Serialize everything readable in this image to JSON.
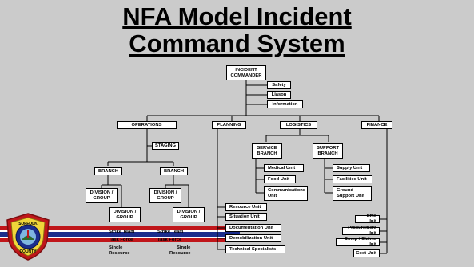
{
  "title": {
    "line1": "NFA Model Incident",
    "line2": "Command System"
  },
  "nodes": {
    "incident_commander": "INCIDENT\nCOMMANDER",
    "safety": "Safety",
    "liason": "Liason",
    "information": "Information",
    "operations": "OPERATIONS",
    "planning": "PLANNING",
    "logistics": "LOGISTICS",
    "finance": "FINANCE",
    "staging": "STAGING",
    "branch_1": "BRANCH",
    "branch_2": "BRANCH",
    "division_1": "DIVISION /\nGROUP",
    "division_2": "DIVISION /\nGROUP",
    "division_3": "DIVISION /\nGROUP",
    "division_4": "DIVISION /\nGROUP",
    "service_branch": "SERVICE\nBRANCH",
    "support_branch": "SUPPORT\nBRANCH",
    "medical_unit": "Medical Unit",
    "food_unit": "Food Unit",
    "communications_unit": "Communications\nUnit",
    "supply_unit": "Supply Unit",
    "facilities_unit": "Facilities Unit",
    "ground_support_unit": "Ground\nSupport Unit",
    "resource_unit": "Resource Unit",
    "situation_unit": "Situation Unit",
    "documentation_unit": "Documentation Unit",
    "demobilization_unit": "Demobilization Unit",
    "technical_specialists": "Technical Specialists",
    "time_unit": "Time Unit",
    "procurement_unit": "Procurement Unit",
    "comp_claims_unit": "Comp / Claims Unit",
    "cost_unit": "Cost Unit",
    "strike_team_1": "Strike Team",
    "task_force_1": "Task Force",
    "single_resource_1": "Single\nResource",
    "strike_team_2": "Strike Team",
    "task_force_2": "Task Force",
    "single_resource_2": "Single\nResource"
  },
  "logo": {
    "top_text": "SUFFOLK",
    "bottom_text": "COUNTY"
  },
  "colors": {
    "background": "#cbcbcb",
    "stripe_red": "#c0161a",
    "stripe_blue": "#1b2d8c",
    "stripe_white": "#ffffff"
  }
}
